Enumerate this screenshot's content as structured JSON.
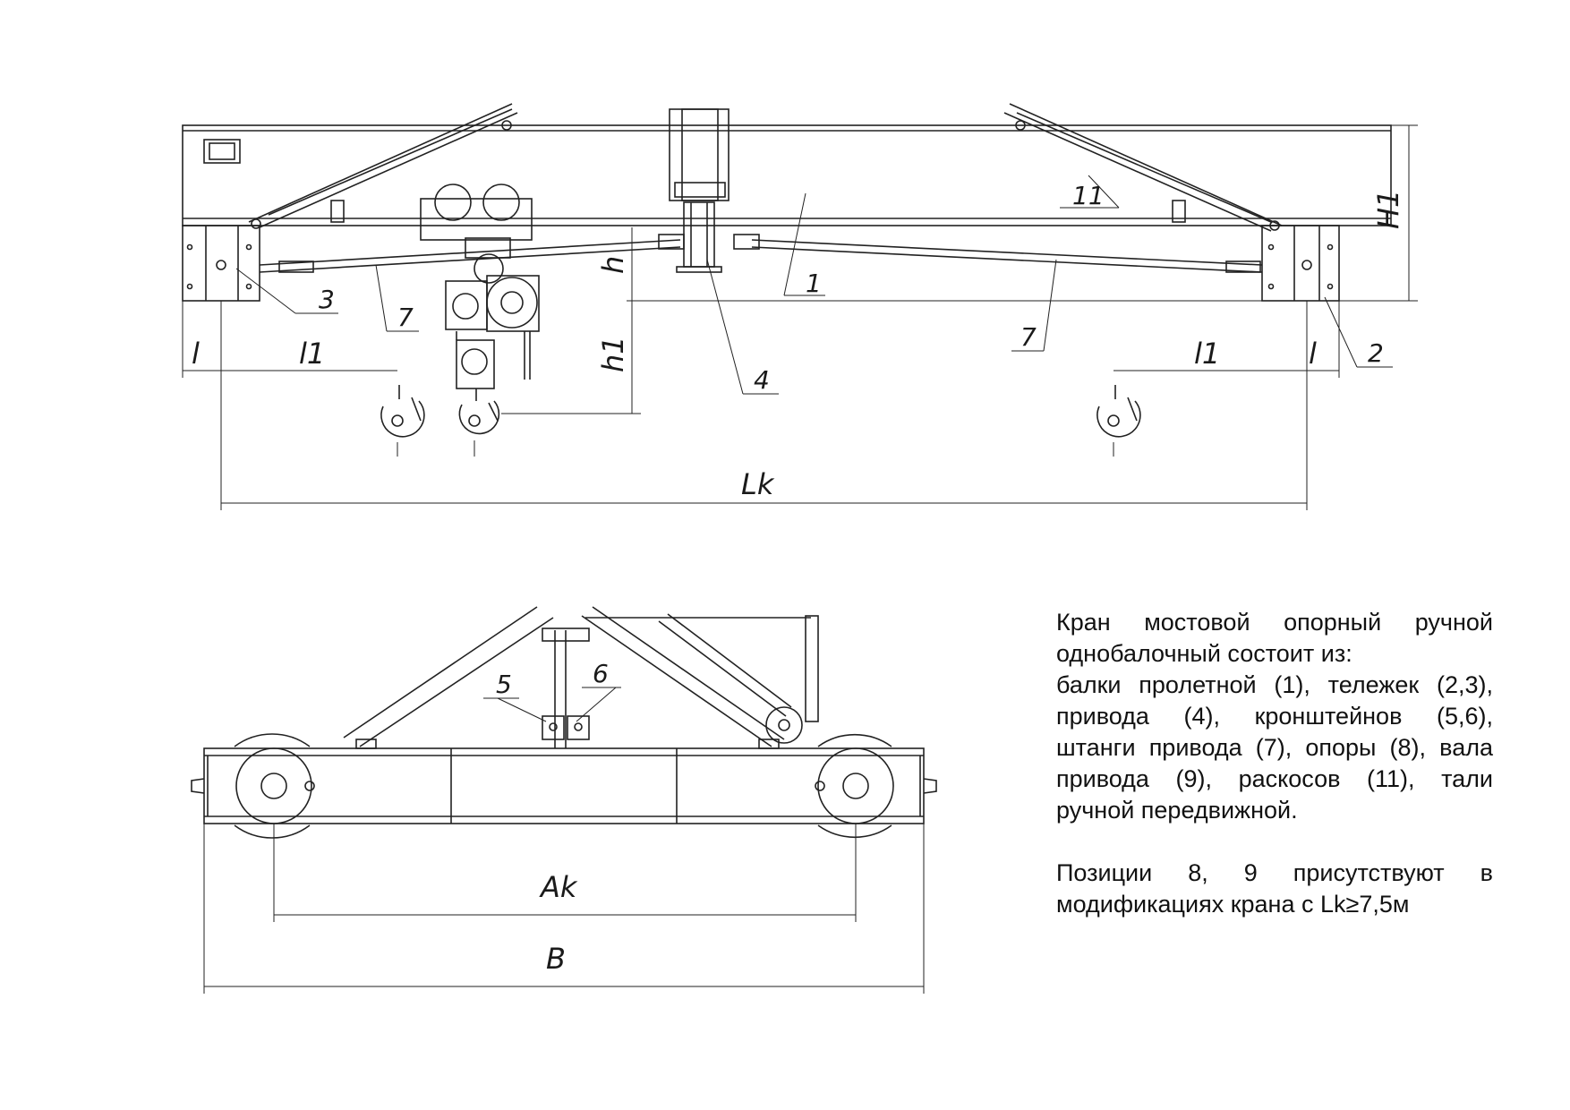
{
  "labels": {
    "h": "h",
    "h1": "h1",
    "H1": "H1",
    "l_left": "l",
    "l_right": "l",
    "l1_left": "l1",
    "l1_right": "l1",
    "Lk": "Lk",
    "Ak": "Ak",
    "B": "B",
    "pos1": "1",
    "pos2": "2",
    "pos3": "3",
    "pos4": "4",
    "pos5": "5",
    "pos6": "6",
    "pos7_left": "7",
    "pos7_right": "7",
    "pos11": "11"
  },
  "description": {
    "line1": "Кран мостовой опорный ручной однобалочный состоит из:",
    "line2": "балки пролетной (1), тележек (2,3), привода (4), кронштейнов (5,6), штанги привода (7), опоры (8), вала привода (9), раскосов (11), тали ручной передвижной.",
    "line3": "Позиции 8, 9 присутствуют в модификациях крана с Lk≥7,5м"
  }
}
